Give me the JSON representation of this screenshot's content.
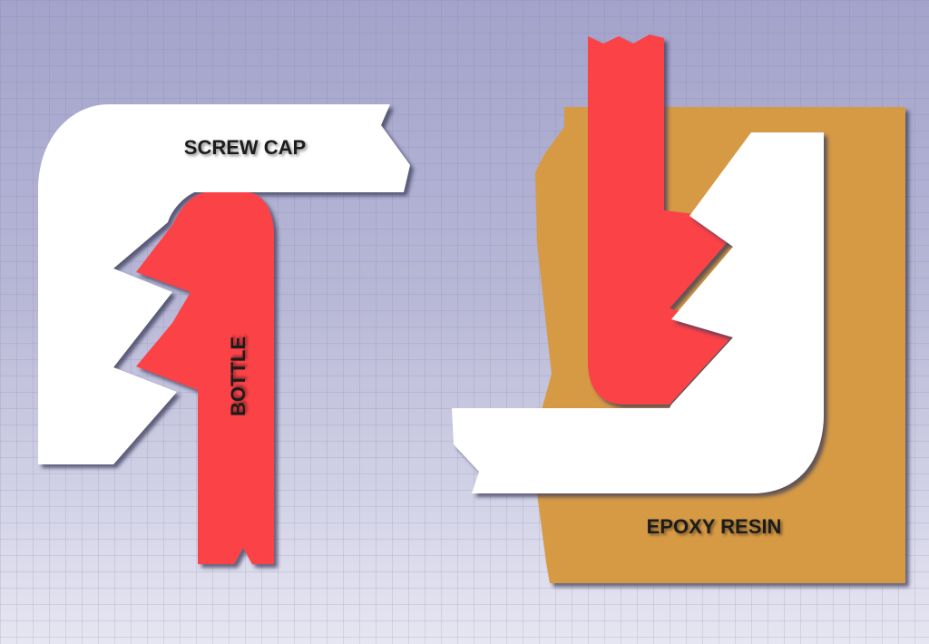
{
  "labels": {
    "screw_cap": "SCREW CAP",
    "bottle": "BOTTLE",
    "epoxy_resin": "EPOXY RESIN"
  },
  "colors": {
    "bottle_red": "#fb4346",
    "cap_white": "#ffffff",
    "epoxy_orange": "#d69a44",
    "outline_shadow": "#3a3a5a"
  }
}
